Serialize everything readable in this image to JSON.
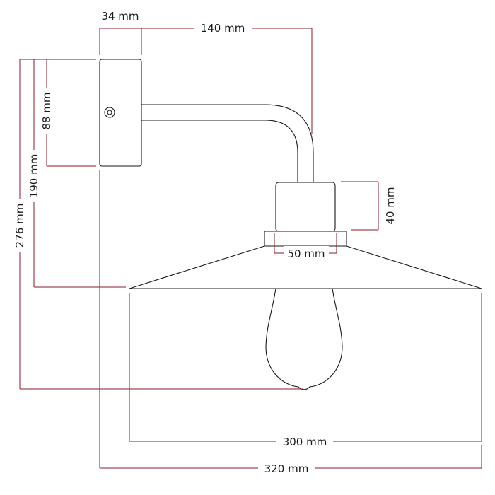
{
  "dimensions": {
    "base_depth": "34 mm",
    "arm_length": "140 mm",
    "base_height": "88 mm",
    "shade_drop": "190 mm",
    "overall_height": "276 mm",
    "socket_height": "40 mm",
    "socket_width": "50 mm",
    "shade_diameter": "300 mm",
    "overall_depth": "320 mm"
  },
  "colors": {
    "dimension_line": "#8b1a2b",
    "outline": "#1a1a1a",
    "background": "#ffffff"
  }
}
